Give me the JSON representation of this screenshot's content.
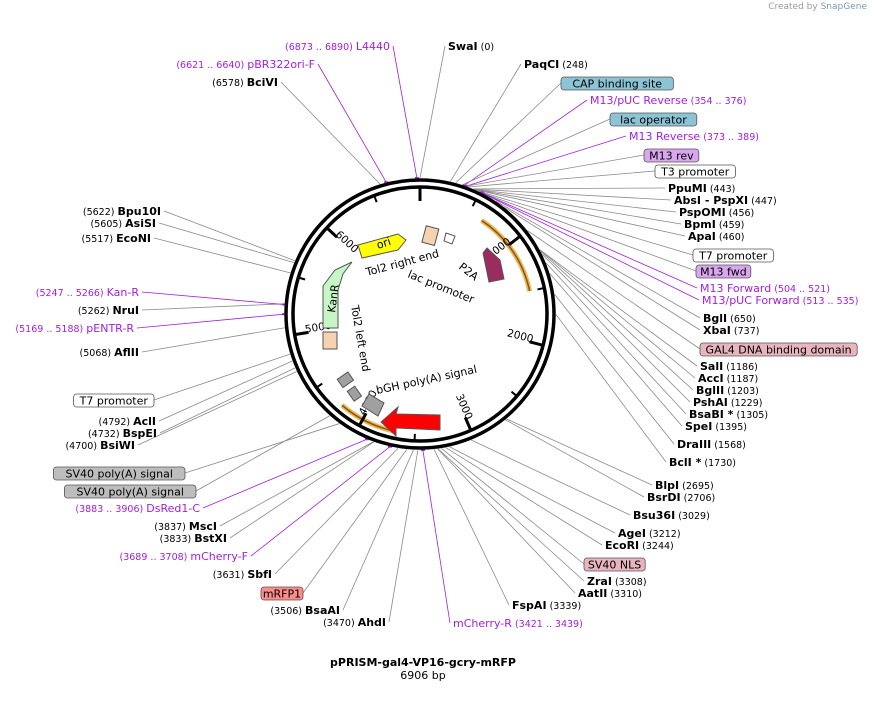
{
  "credit": {
    "prefix": "Created by",
    "brand": "SnapGene"
  },
  "title": "pPRISM-gal4-VP16-gcry-mRFP",
  "size": "6906 bp",
  "ticks": [
    {
      "label": "1000",
      "bp": 1000
    },
    {
      "label": "2000",
      "bp": 2000
    },
    {
      "label": "3000",
      "bp": 3000
    },
    {
      "label": "4000",
      "bp": 4000
    },
    {
      "label": "5000",
      "bp": 5000
    },
    {
      "label": "6000",
      "bp": 6000
    }
  ],
  "right_labels": [
    {
      "kind": "enzyme",
      "name": "SwaI",
      "pos": "(0)",
      "bp": 0
    },
    {
      "kind": "enzyme",
      "name": "PaqCI",
      "pos": "(248)",
      "bp": 248
    },
    {
      "kind": "feature",
      "name": "CAP binding site",
      "fill": "#8cc4d6",
      "bp": 292
    },
    {
      "kind": "primer",
      "name": "M13/pUC Reverse",
      "pos": "(354 .. 376)",
      "bp": 365
    },
    {
      "kind": "feature",
      "name": "lac operator",
      "fill": "#8cc4d6",
      "bp": 349
    },
    {
      "kind": "primer",
      "name": "M13 Reverse",
      "pos": "(373 .. 389)",
      "bp": 381
    },
    {
      "kind": "feature",
      "name": "M13 rev",
      "fill": "#d9a6ef",
      "bp": 381
    },
    {
      "kind": "feature",
      "name": "T3 promoter",
      "fill": "#ffffff",
      "bp": 400
    },
    {
      "kind": "enzyme",
      "name": "PpuMI",
      "pos": "(443)",
      "bp": 443
    },
    {
      "kind": "enzyme2",
      "name": "AbsI",
      "name2": "PspXI",
      "pos": "(447)",
      "bp": 447
    },
    {
      "kind": "enzyme",
      "name": "PspOMI",
      "pos": "(456)",
      "bp": 456
    },
    {
      "kind": "enzyme",
      "name": "BpmI",
      "pos": "(459)",
      "bp": 459
    },
    {
      "kind": "enzyme",
      "name": "ApaI",
      "pos": "(460)",
      "bp": 460
    },
    {
      "kind": "feature",
      "name": "T7 promoter",
      "fill": "#ffffff",
      "bp": 490
    },
    {
      "kind": "feature",
      "name": "M13 fwd",
      "fill": "#d9a6ef",
      "bp": 512
    },
    {
      "kind": "primer",
      "name": "M13 Forward",
      "pos": "(504 .. 521)",
      "bp": 512
    },
    {
      "kind": "primer",
      "name": "M13/pUC Forward",
      "pos": "(513 .. 535)",
      "bp": 524
    },
    {
      "kind": "enzyme",
      "name": "BglI",
      "pos": "(650)",
      "bp": 650
    },
    {
      "kind": "enzyme",
      "name": "XbaI",
      "pos": "(737)",
      "bp": 737
    },
    {
      "kind": "feature",
      "name": "GAL4 DNA binding domain",
      "fill": "#e8b4c0",
      "bp": 1000
    },
    {
      "kind": "enzyme",
      "name": "SalI",
      "pos": "(1186)",
      "bp": 1186
    },
    {
      "kind": "enzyme",
      "name": "AccI",
      "pos": "(1187)",
      "bp": 1187
    },
    {
      "kind": "enzyme",
      "name": "BglII",
      "pos": "(1203)",
      "bp": 1203
    },
    {
      "kind": "enzyme",
      "name": "PshAI",
      "pos": "(1229)",
      "bp": 1229
    },
    {
      "kind": "enzyme",
      "name": "BsaBI",
      "star": "*",
      "pos": "(1305)",
      "bp": 1305
    },
    {
      "kind": "enzyme",
      "name": "SpeI",
      "pos": "(1395)",
      "bp": 1395
    },
    {
      "kind": "enzyme",
      "name": "DraIII",
      "pos": "(1568)",
      "bp": 1568
    },
    {
      "kind": "enzyme",
      "name": "BclI",
      "star": "*",
      "pos": "(1730)",
      "bp": 1730
    },
    {
      "kind": "enzyme",
      "name": "BlpI",
      "pos": "(2695)",
      "bp": 2695
    },
    {
      "kind": "enzyme",
      "name": "BsrDI",
      "pos": "(2706)",
      "bp": 2706
    },
    {
      "kind": "enzyme",
      "name": "Bsu36I",
      "pos": "(3029)",
      "bp": 3029
    },
    {
      "kind": "enzyme",
      "name": "AgeI",
      "pos": "(3212)",
      "bp": 3212
    },
    {
      "kind": "enzyme",
      "name": "EcoRI",
      "pos": "(3244)",
      "bp": 3244
    },
    {
      "kind": "feature",
      "name": "SV40 NLS",
      "fill": "#e8b4c0",
      "bp": 3280
    },
    {
      "kind": "enzyme",
      "name": "ZraI",
      "pos": "(3308)",
      "bp": 3308
    },
    {
      "kind": "enzyme",
      "name": "AatII",
      "pos": "(3310)",
      "bp": 3310
    },
    {
      "kind": "enzyme",
      "name": "FspAI",
      "pos": "(3339)",
      "bp": 3339
    },
    {
      "kind": "primer",
      "name": "mCherry-R",
      "pos": "(3421 .. 3439)",
      "bp": 3430
    }
  ],
  "left_labels": [
    {
      "kind": "enzyme",
      "name": "AhdI",
      "pos": "(3470)",
      "bp": 3470
    },
    {
      "kind": "enzyme",
      "name": "BsaAI",
      "pos": "(3506)",
      "bp": 3506
    },
    {
      "kind": "feature",
      "name": "mRFP1",
      "fill": "#ff8c8c",
      "bp": 3560
    },
    {
      "kind": "enzyme",
      "name": "SbfI",
      "pos": "(3631)",
      "bp": 3631
    },
    {
      "kind": "primer",
      "name": "mCherry-F",
      "pos": "(3689 .. 3708)",
      "bp": 3698
    },
    {
      "kind": "enzyme",
      "name": "BstXI",
      "pos": "(3833)",
      "bp": 3833
    },
    {
      "kind": "enzyme",
      "name": "MscI",
      "pos": "(3837)",
      "bp": 3837
    },
    {
      "kind": "primer",
      "name": "DsRed1-C",
      "pos": "(3883 .. 3906)",
      "bp": 3894
    },
    {
      "kind": "feature",
      "name": "SV40 poly(A) signal",
      "fill": "#bdbdbd",
      "bp": 4150
    },
    {
      "kind": "feature",
      "name": "SV40 poly(A) signal",
      "fill": "#bdbdbd",
      "bp": 4250
    },
    {
      "kind": "enzyme",
      "name": "BsiWI",
      "pos": "(4700)",
      "bp": 4700
    },
    {
      "kind": "enzyme",
      "name": "BspEI",
      "pos": "(4732)",
      "bp": 4732
    },
    {
      "kind": "enzyme",
      "name": "AclI",
      "pos": "(4792)",
      "bp": 4792
    },
    {
      "kind": "feature",
      "name": "T7 promoter",
      "fill": "#ffffff",
      "bp": 4850
    },
    {
      "kind": "enzyme",
      "name": "AflII",
      "pos": "(5068)",
      "bp": 5068
    },
    {
      "kind": "primer",
      "name": "pENTR-R",
      "pos": "(5169 .. 5188)",
      "bp": 5178
    },
    {
      "kind": "enzyme",
      "name": "NruI",
      "pos": "(5262)",
      "bp": 5262
    },
    {
      "kind": "primer",
      "name": "Kan-R",
      "pos": "(5247 .. 5266)",
      "bp": 5256
    },
    {
      "kind": "enzyme",
      "name": "EcoNI",
      "pos": "(5517)",
      "bp": 5517
    },
    {
      "kind": "enzyme",
      "name": "AsiSI",
      "pos": "(5605)",
      "bp": 5605
    },
    {
      "kind": "enzyme",
      "name": "Bpu10I",
      "pos": "(5622)",
      "bp": 5622
    },
    {
      "kind": "enzyme",
      "name": "BciVI",
      "pos": "(6578)",
      "bp": 6578
    },
    {
      "kind": "primer",
      "name": "pBR322ori-F",
      "pos": "(6621 .. 6640)",
      "bp": 6630
    },
    {
      "kind": "primer",
      "name": "L4440",
      "pos": "(6873 .. 6890)",
      "bp": 6881
    }
  ],
  "inner_features": [
    {
      "name": "ori",
      "color": "#ffff00"
    },
    {
      "name": "KanR",
      "color": "#c6f5c6"
    },
    {
      "name": "P2A",
      "color": "#9b2c5f"
    },
    {
      "name": "Tol2 right end",
      "color": "#f5d2b0"
    },
    {
      "name": "lac promoter",
      "color": "#ffffff"
    },
    {
      "name": "Tol2 left end",
      "color": "#f5d2b0"
    },
    {
      "name": "bGH poly(A) signal",
      "color": "#a0a0a0"
    },
    {
      "name": "",
      "color": "#ff0000"
    }
  ],
  "colors": {
    "enzyme": "#000000",
    "primer": "#a21ee0",
    "leader": "#8a8a8a",
    "primer_leader": "#a21ee0",
    "orf": "#f0a830"
  }
}
